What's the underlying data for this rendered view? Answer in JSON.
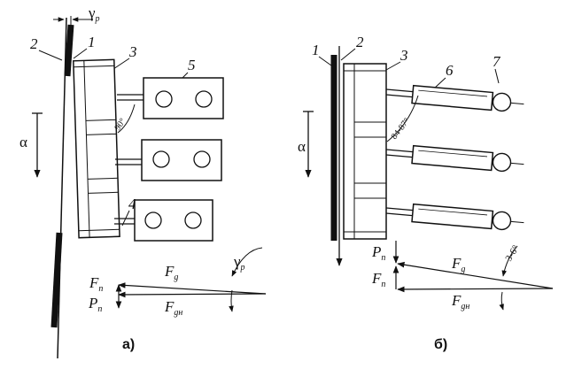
{
  "panel_a": {
    "caption": "а)",
    "callouts": [
      "1",
      "2",
      "3",
      "4",
      "5"
    ],
    "alpha": "α",
    "angle_label": "90°",
    "gamma": {
      "base": "γ",
      "sub": "р"
    },
    "forces": {
      "Fn": {
        "base": "F",
        "sub": "п"
      },
      "Pn": {
        "base": "P",
        "sub": "п"
      },
      "Fg": {
        "base": "F",
        "sub": "g"
      },
      "Fgn": {
        "base": "F",
        "sub": "gн"
      }
    },
    "gamma_arc": {
      "base": "γ",
      "sub": "р"
    }
  },
  "panel_b": {
    "caption": "б)",
    "callouts": [
      "1",
      "2",
      "3",
      "6",
      "7"
    ],
    "alpha": "α",
    "angle_label": "84-87°",
    "forces": {
      "Pn": {
        "base": "P",
        "sub": "п"
      },
      "Fn": {
        "base": "F",
        "sub": "п"
      },
      "Fg": {
        "base": "F",
        "sub": "g"
      },
      "Fgn": {
        "base": "F",
        "sub": "gн"
      }
    },
    "arc_label": "3-6°"
  }
}
